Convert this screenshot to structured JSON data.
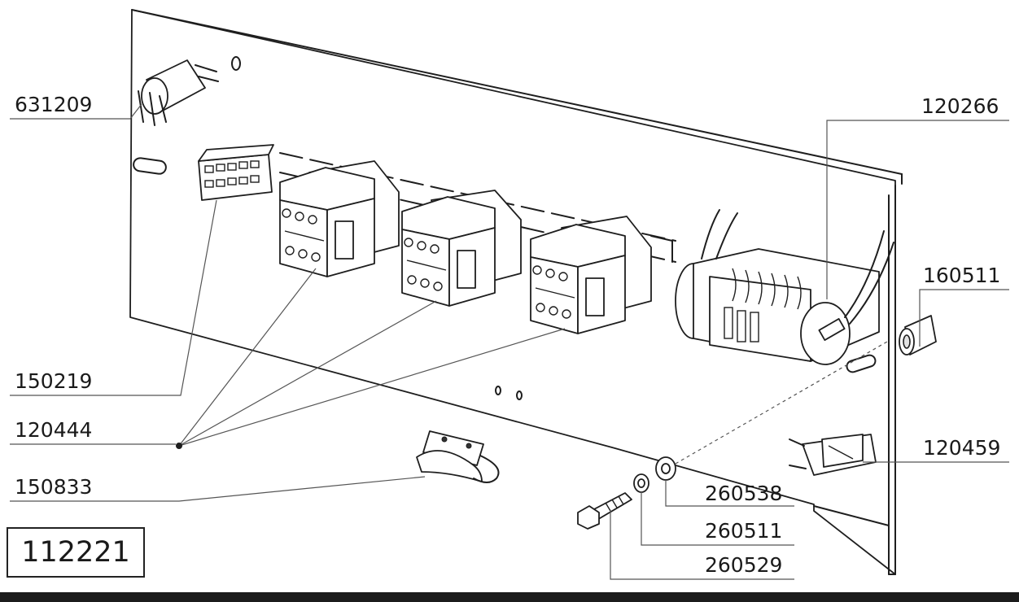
{
  "parts": {
    "p631209": "631209",
    "p120266": "120266",
    "p160511": "160511",
    "p150219": "150219",
    "p120444": "120444",
    "p150833": "150833",
    "p120459": "120459",
    "p260538": "260538",
    "p260511": "260511",
    "p260529": "260529"
  },
  "assembly_ref": "112221",
  "colors": {
    "line": "#1e1e1e",
    "bar": "#1c1c1c",
    "background": "#ffffff"
  }
}
